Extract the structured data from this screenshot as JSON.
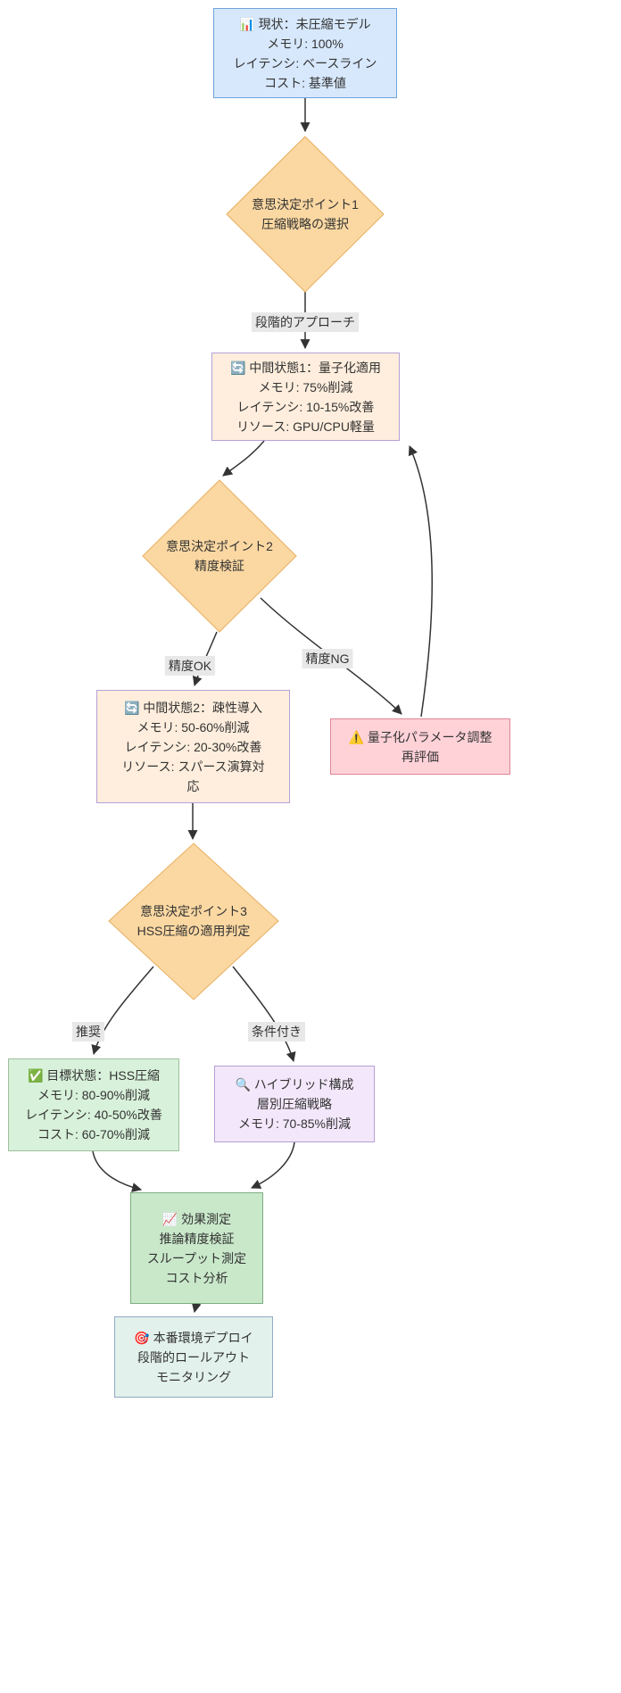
{
  "nodes": {
    "current": {
      "lines": [
        "📊 現状：未圧縮モデル",
        "メモリ: 100%",
        "レイテンシ: ベースライン",
        "コスト: 基準値"
      ]
    },
    "decision1": {
      "lines": [
        "意思決定ポイント1",
        "圧縮戦略の選択"
      ]
    },
    "mid1": {
      "lines": [
        "🔄 中間状態1：量子化適用",
        "メモリ: 75%削減",
        "レイテンシ: 10-15%改善",
        "リソース: GPU/CPU軽量"
      ]
    },
    "decision2": {
      "lines": [
        "意思決定ポイント2",
        "精度検証"
      ]
    },
    "mid2": {
      "lines": [
        "🔄 中間状態2：疎性導入",
        "メモリ: 50-60%削減",
        "レイテンシ: 20-30%改善",
        "リソース: スパース演算対",
        "応"
      ]
    },
    "adjust": {
      "lines": [
        "⚠️ 量子化パラメータ調整",
        "再評価"
      ]
    },
    "decision3": {
      "lines": [
        "意思決定ポイント3",
        "HSS圧縮の適用判定"
      ]
    },
    "target": {
      "lines": [
        "✅ 目標状態：HSS圧縮",
        "メモリ: 80-90%削減",
        "レイテンシ: 40-50%改善",
        "コスト: 60-70%削減"
      ]
    },
    "hybrid": {
      "lines": [
        "🔍 ハイブリッド構成",
        "層別圧縮戦略",
        "メモリ: 70-85%削減"
      ]
    },
    "measure": {
      "lines": [
        "📈 効果測定",
        "推論精度検証",
        "スループット測定",
        "コスト分析"
      ]
    },
    "deploy": {
      "lines": [
        "🎯 本番環境デプロイ",
        "段階的ロールアウト",
        "モニタリング"
      ]
    }
  },
  "edge_labels": {
    "strategy": "段階的アプローチ",
    "accuracy_ok": "精度OK",
    "accuracy_ng": "精度NG",
    "recommended": "推奨",
    "conditional": "条件付き"
  },
  "colors": {
    "current_fill": "#d7e8fc",
    "current_border": "#6fa3dc",
    "decision_fill": "#fbd8a2",
    "decision_border": "#e8ae5f",
    "intermediate_fill": "#ffeedd",
    "intermediate_border": "#b5a0d8",
    "adjust_fill": "#ffd2d8",
    "adjust_border": "#dd8695",
    "target_fill": "#d8f1da",
    "target_border": "#9dbf9d",
    "hybrid_fill": "#f3e8fb",
    "hybrid_border": "#b79fd6",
    "measure_fill": "#c9e8ca",
    "measure_border": "#7cae80",
    "deploy_fill": "#e2f1ec",
    "deploy_border": "#93a9c6",
    "edge": "#333333",
    "edge_label_bg": "#e8e8e8",
    "text": "#333333"
  }
}
